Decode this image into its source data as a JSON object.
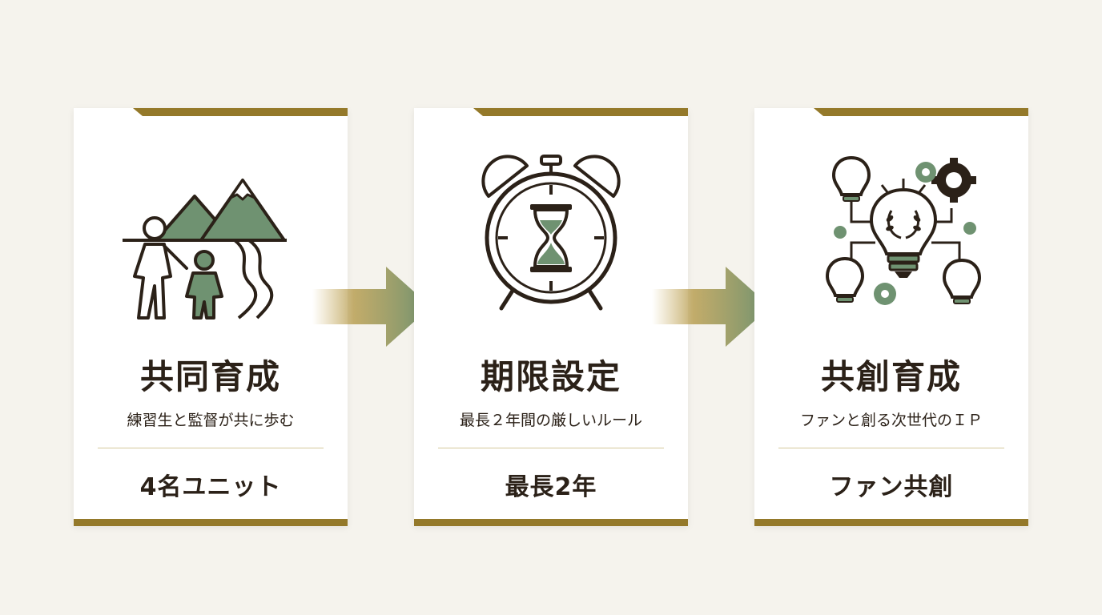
{
  "colors": {
    "background": "#f5f3ed",
    "card": "#ffffff",
    "accent_gold": "#94792a",
    "accent_green": "#6f9271",
    "text_dark": "#2b2118",
    "divider": "#d4c99b"
  },
  "steps": [
    {
      "icon": "mentor-hiking-icon",
      "title": "共同育成",
      "subtitle": "練習生と監督が共に歩む",
      "tag": "4名ユニット"
    },
    {
      "icon": "alarm-clock-hourglass-icon",
      "title": "期限設定",
      "subtitle": "最長２年間の厳しいルール",
      "tag": "最長2年"
    },
    {
      "icon": "lightbulb-network-icon",
      "title": "共創育成",
      "subtitle": "ファンと創る次世代のＩＰ",
      "tag": "ファン共創"
    }
  ],
  "connectors": [
    {
      "icon": "arrow-right-icon"
    },
    {
      "icon": "arrow-right-icon"
    }
  ]
}
